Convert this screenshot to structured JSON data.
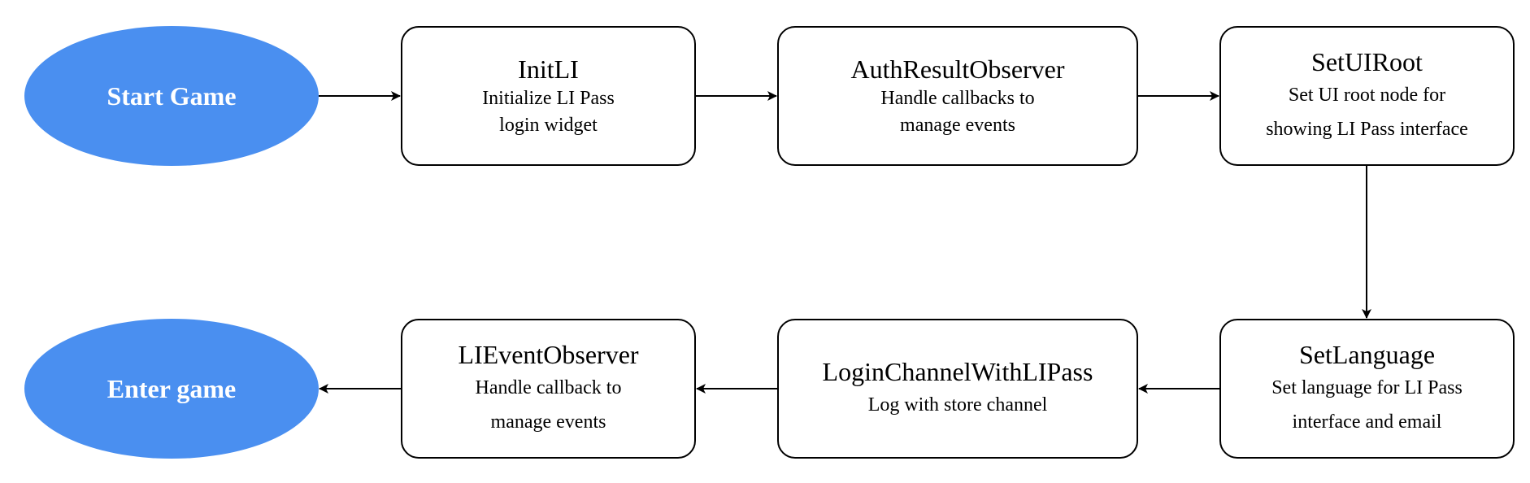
{
  "colors": {
    "terminal_fill": "#4a8ff0",
    "terminal_text": "#ffffff",
    "box_border": "#000000",
    "arrow": "#000000"
  },
  "terminals": {
    "start": "Start Game",
    "end": "Enter game"
  },
  "steps": [
    {
      "title": "InitLI",
      "desc_lines": [
        "Initialize LI Pass",
        "login widget"
      ]
    },
    {
      "title": "AuthResultObserver",
      "desc_lines": [
        "Handle callbacks to",
        "manage events"
      ]
    },
    {
      "title": "SetUIRoot",
      "desc_lines": [
        "Set UI root node for",
        "showing LI Pass interface"
      ]
    },
    {
      "title": "SetLanguage",
      "desc_lines": [
        "Set language for LI Pass",
        "interface and email"
      ]
    },
    {
      "title": "LoginChannelWithLIPass",
      "desc_lines": [
        "Log with store channel"
      ]
    },
    {
      "title": "LIEventObserver",
      "desc_lines": [
        "Handle callback to",
        "manage events"
      ]
    }
  ]
}
